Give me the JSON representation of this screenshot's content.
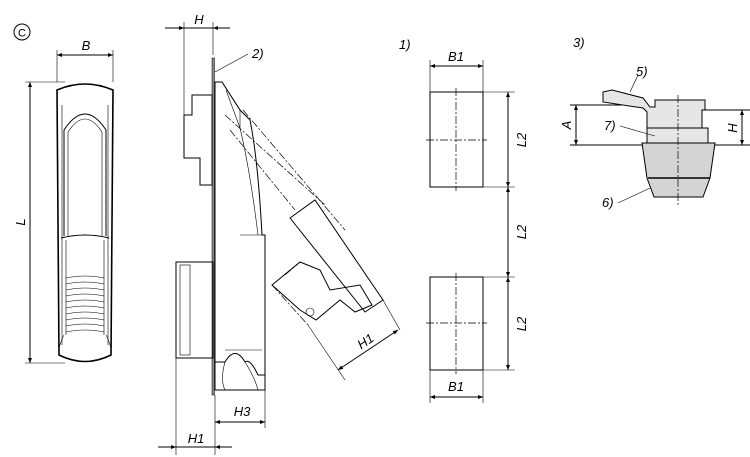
{
  "view_marker": "C",
  "front_view": {
    "width_label": "B",
    "length_label": "L"
  },
  "side_view": {
    "height_label": "H",
    "note_ref": "2)",
    "h3_label": "H3",
    "h1_label": "H1",
    "open_h1_label": "H1"
  },
  "cutout_view": {
    "ref": "1)",
    "top_width_label": "B1",
    "bottom_width_label": "B1",
    "pitch_labels": [
      "L2",
      "L2",
      "L2"
    ]
  },
  "detail_view": {
    "ref": "3)",
    "callouts": [
      "5)",
      "7)",
      "6)"
    ],
    "a_label": "A",
    "h_label": "H"
  }
}
